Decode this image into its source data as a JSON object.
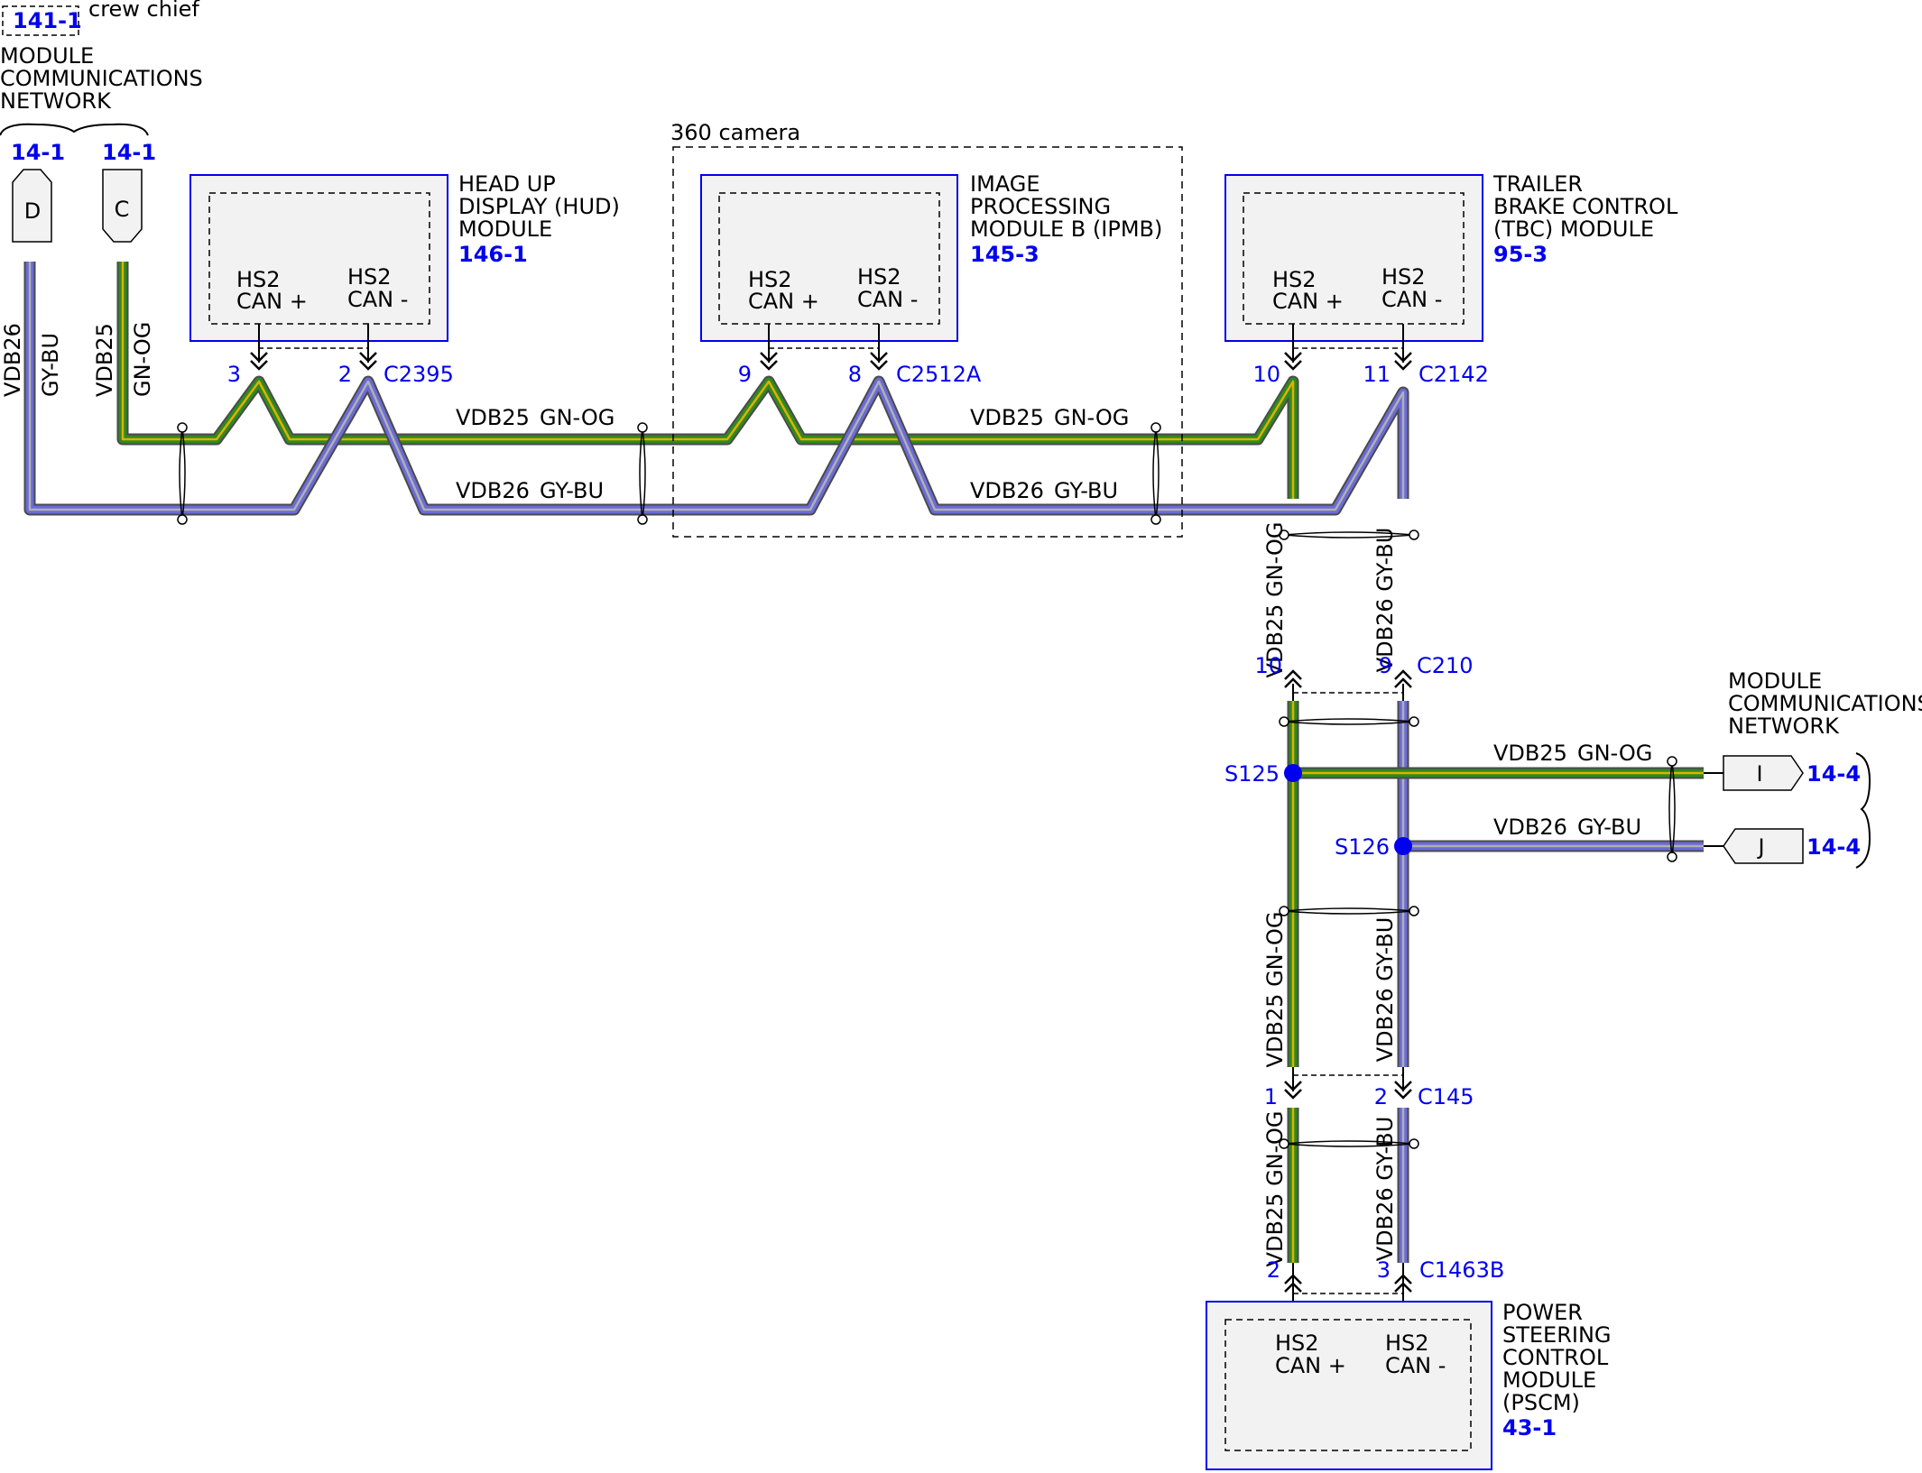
{
  "colors": {
    "module_border": "#0000ee",
    "module_fill": "#f2f2f2",
    "ref_blue": "#0000ee",
    "wire_green": "#2f8a1f",
    "wire_green_stripe": "#e0b000",
    "wire_blue": "#6b6bd8",
    "wire_blue_stripe": "#b0b0b0",
    "wire_outline": "#4a4a4a"
  },
  "header": {
    "crew_ref": "141-1",
    "crew_label": "crew chief",
    "network_title": [
      "MODULE",
      "COMMUNICATIONS",
      "NETWORK"
    ],
    "ref_d": "14-1",
    "ref_c": "14-1"
  },
  "left_connectors": {
    "d_letter": "D",
    "c_letter": "C"
  },
  "left_wire_labels": {
    "vdb26": "VDB26",
    "gybu": "GY-BU",
    "vdb25": "VDB25",
    "gnog": "GN-OG"
  },
  "camera_group_label": "360 camera",
  "modules": {
    "hud": {
      "title": [
        "HEAD UP",
        "DISPLAY (HUD)",
        "MODULE"
      ],
      "ref": "146-1",
      "pin_plus": [
        "HS2",
        "CAN +"
      ],
      "pin_minus": [
        "HS2",
        "CAN -"
      ],
      "pin_plus_no": "3",
      "pin_minus_no": "2",
      "connector": "C2395"
    },
    "ipmb": {
      "title": [
        "IMAGE",
        "PROCESSING",
        "MODULE B (IPMB)"
      ],
      "ref": "145-3",
      "pin_plus": [
        "HS2",
        "CAN +"
      ],
      "pin_minus": [
        "HS2",
        "CAN -"
      ],
      "pin_plus_no": "9",
      "pin_minus_no": "8",
      "connector": "C2512A"
    },
    "tbc": {
      "title": [
        "TRAILER",
        "BRAKE CONTROL",
        "(TBC) MODULE"
      ],
      "ref": "95-3",
      "pin_plus": [
        "HS2",
        "CAN +"
      ],
      "pin_minus": [
        "HS2",
        "CAN -"
      ],
      "pin_plus_no": "10",
      "pin_minus_no": "11",
      "connector": "C2142"
    },
    "pscm": {
      "title": [
        "POWER",
        "STEERING",
        "CONTROL",
        "MODULE",
        "(PSCM)"
      ],
      "ref": "43-1",
      "pin_plus": [
        "HS2",
        "CAN +"
      ],
      "pin_minus": [
        "HS2",
        "CAN -"
      ],
      "pin_plus_no": "2",
      "pin_minus_no": "3",
      "connector": "C1463B"
    }
  },
  "wire_labels": {
    "seg1_gn": [
      "VDB25",
      "GN-OG"
    ],
    "seg1_gy": [
      "VDB26",
      "GY-BU"
    ],
    "seg2_gn": [
      "VDB25",
      "GN-OG"
    ],
    "seg2_gy": [
      "VDB26",
      "GY-BU"
    ],
    "vert1_gn": "VDB25 GN-OG",
    "vert1_gy": "VDB26 GY-BU",
    "vert2_gn": "VDB25 GN-OG",
    "vert2_gy": "VDB26 GY-BU",
    "vert3_gn": "VDB25 GN-OG",
    "vert3_gy": "VDB26 GY-BU",
    "branch_gn": [
      "VDB25",
      "GN-OG"
    ],
    "branch_gy": [
      "VDB26",
      "GY-BU"
    ]
  },
  "connectors": {
    "c210": {
      "name": "C210",
      "pin_gn": "10",
      "pin_gy": "9"
    },
    "c145": {
      "name": "C145",
      "pin_gn": "1",
      "pin_gy": "2"
    }
  },
  "splices": {
    "s125": "S125",
    "s126": "S126"
  },
  "right_network": {
    "title": [
      "MODULE",
      "COMMUNICATIONS",
      "NETWORK"
    ],
    "conn_i": "I",
    "conn_j": "J",
    "ref_i": "14-4",
    "ref_j": "14-4"
  }
}
